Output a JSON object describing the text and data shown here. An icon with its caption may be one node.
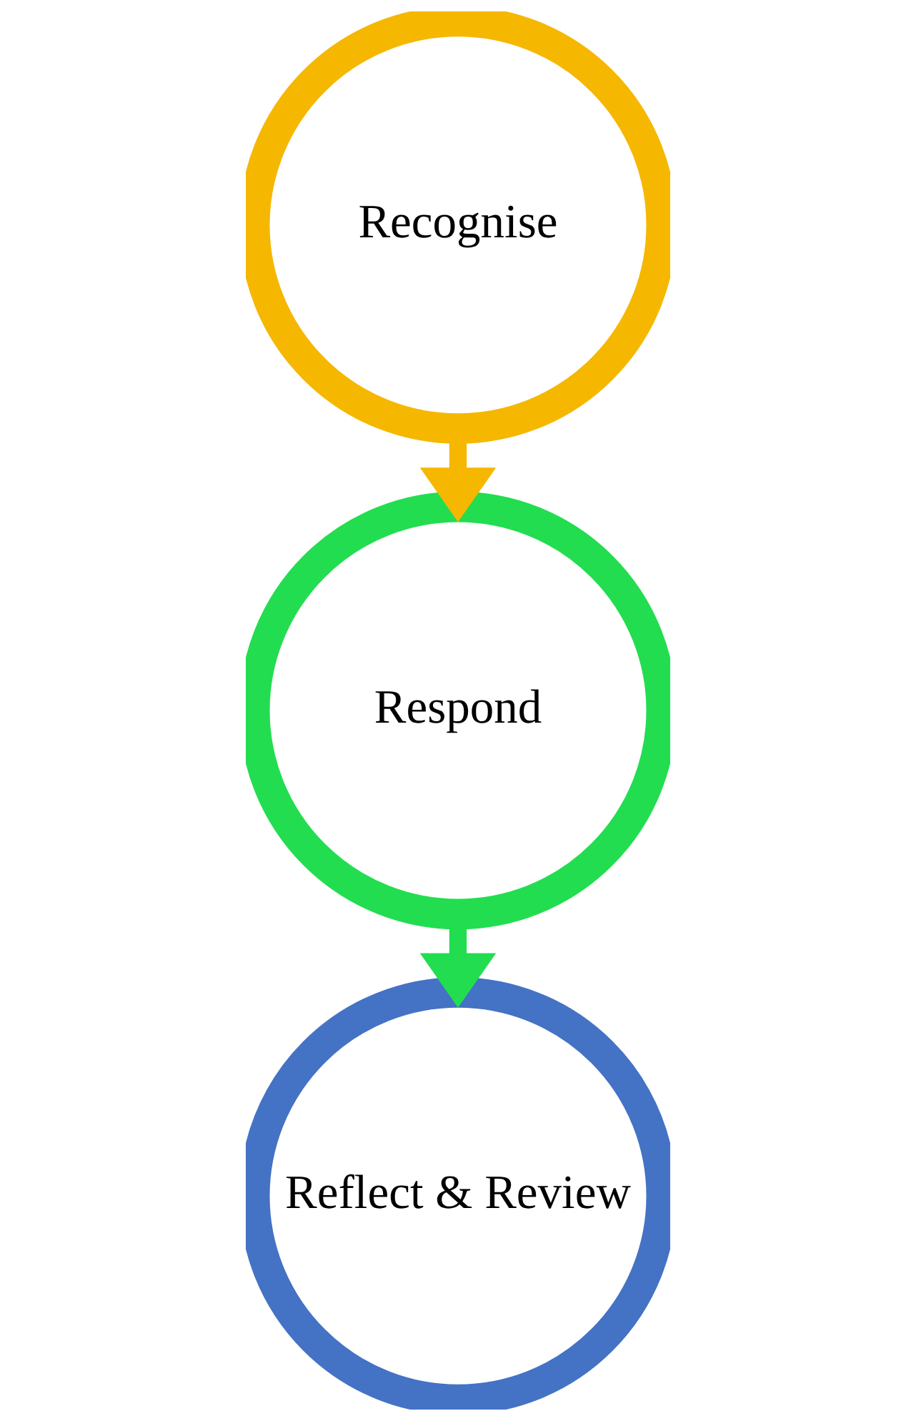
{
  "diagram": {
    "nodes": [
      {
        "text": [
          "Recognise"
        ]
      },
      {
        "text": [
          "Respond"
        ]
      },
      {
        "text": [
          "Reflect & Review"
        ]
      }
    ],
    "edges": [
      {
        "from": 0,
        "to": 1,
        "arrow": "to",
        "color": "#f5b700"
      },
      {
        "from": 1,
        "to": 2,
        "arrow": "to",
        "color": "#22dd4f"
      }
    ]
  }
}
